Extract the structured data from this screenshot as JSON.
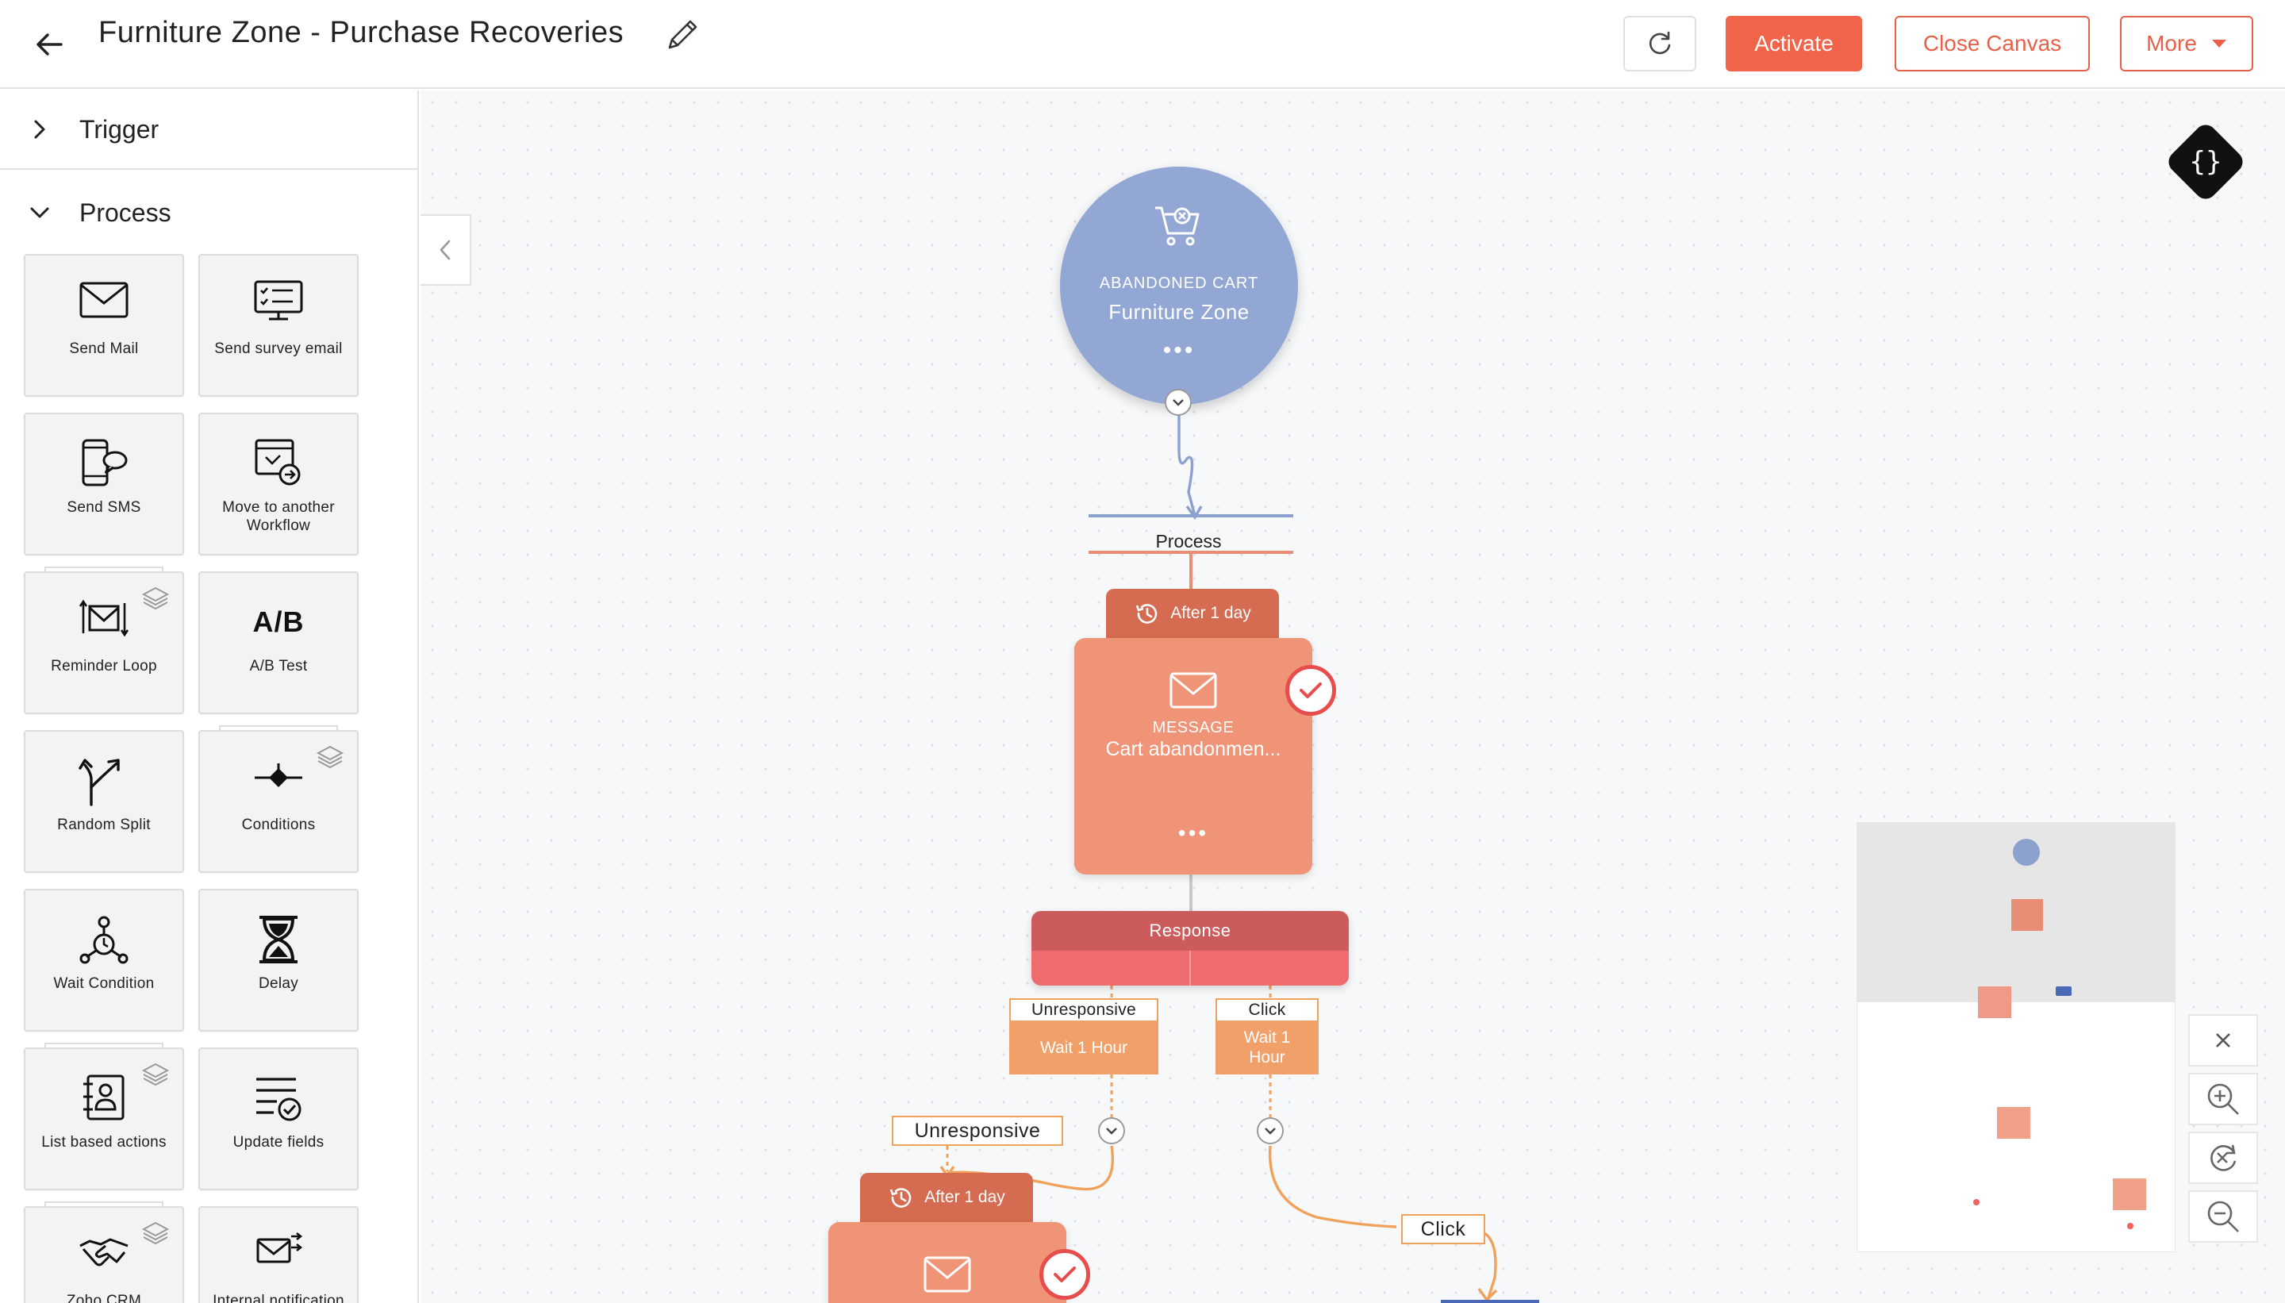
{
  "header": {
    "title": "Furniture Zone - Purchase Recoveries",
    "activate_label": "Activate",
    "close_label": "Close Canvas",
    "more_label": "More"
  },
  "sidebar": {
    "trigger_label": "Trigger",
    "process_label": "Process",
    "tiles": [
      {
        "label": "Send Mail",
        "icon": "mail-icon"
      },
      {
        "label": "Send survey email",
        "icon": "survey-icon"
      },
      {
        "label": "Send SMS",
        "icon": "sms-icon"
      },
      {
        "label": "Move to another Workflow",
        "icon": "workflow-icon"
      },
      {
        "label": "Reminder Loop",
        "icon": "reminder-loop-icon"
      },
      {
        "label": "A/B",
        "sub": "A/B Test",
        "icon": "ab-test-icon"
      },
      {
        "label": "Random Split",
        "icon": "random-split-icon"
      },
      {
        "label": "Conditions",
        "icon": "conditions-icon"
      },
      {
        "label": "Wait Condition",
        "icon": "wait-condition-icon"
      },
      {
        "label": "Delay",
        "icon": "hourglass-icon"
      },
      {
        "label": "List based actions",
        "icon": "list-actions-icon"
      },
      {
        "label": "Update fields",
        "icon": "update-fields-icon"
      },
      {
        "label": "Zoho CRM",
        "icon": "handshake-icon"
      },
      {
        "label": "Internal notification email",
        "icon": "internal-mail-icon"
      }
    ]
  },
  "canvas": {
    "json_label": "{}",
    "start_node": {
      "kind": "ABANDONED CART",
      "name": "Furniture Zone",
      "dots": "•••"
    },
    "process_label": "Process",
    "delay1": "After 1 day",
    "message1": {
      "kind": "MESSAGE",
      "name": "Cart abandonmen...",
      "dots": "•••"
    },
    "response_label": "Response",
    "branch_unresponsive": "Unresponsive",
    "branch_click": "Click",
    "wait_unresponsive": "Wait 1 Hour",
    "wait_click": "Wait 1 Hour",
    "edge_unresponsive": "Unresponsive",
    "edge_click": "Click",
    "delay2": "After 1 day"
  },
  "colors": {
    "accent": "#f2644a",
    "start_node": "#93a7d5",
    "message_node": "#ef9477",
    "response_top": "#cc5c5c",
    "response_bottom": "#ee6b6e",
    "wait_box": "#f1a06a"
  }
}
